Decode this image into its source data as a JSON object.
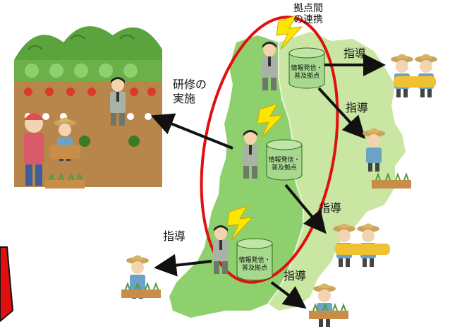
{
  "labels": {
    "link": [
      "拠点間",
      "の連携"
    ],
    "training": [
      "研修の",
      "実施"
    ],
    "guide": "指導"
  },
  "base_label": [
    "情報発信・",
    "普及拠点"
  ],
  "colors": {
    "prefecture_east": "#c9e6a2",
    "prefecture_west": "#8fd06e",
    "ellipse": "#e01010",
    "arrow": "#111111",
    "cylinder": "#a6d98d",
    "lightning": "#ffe600"
  }
}
